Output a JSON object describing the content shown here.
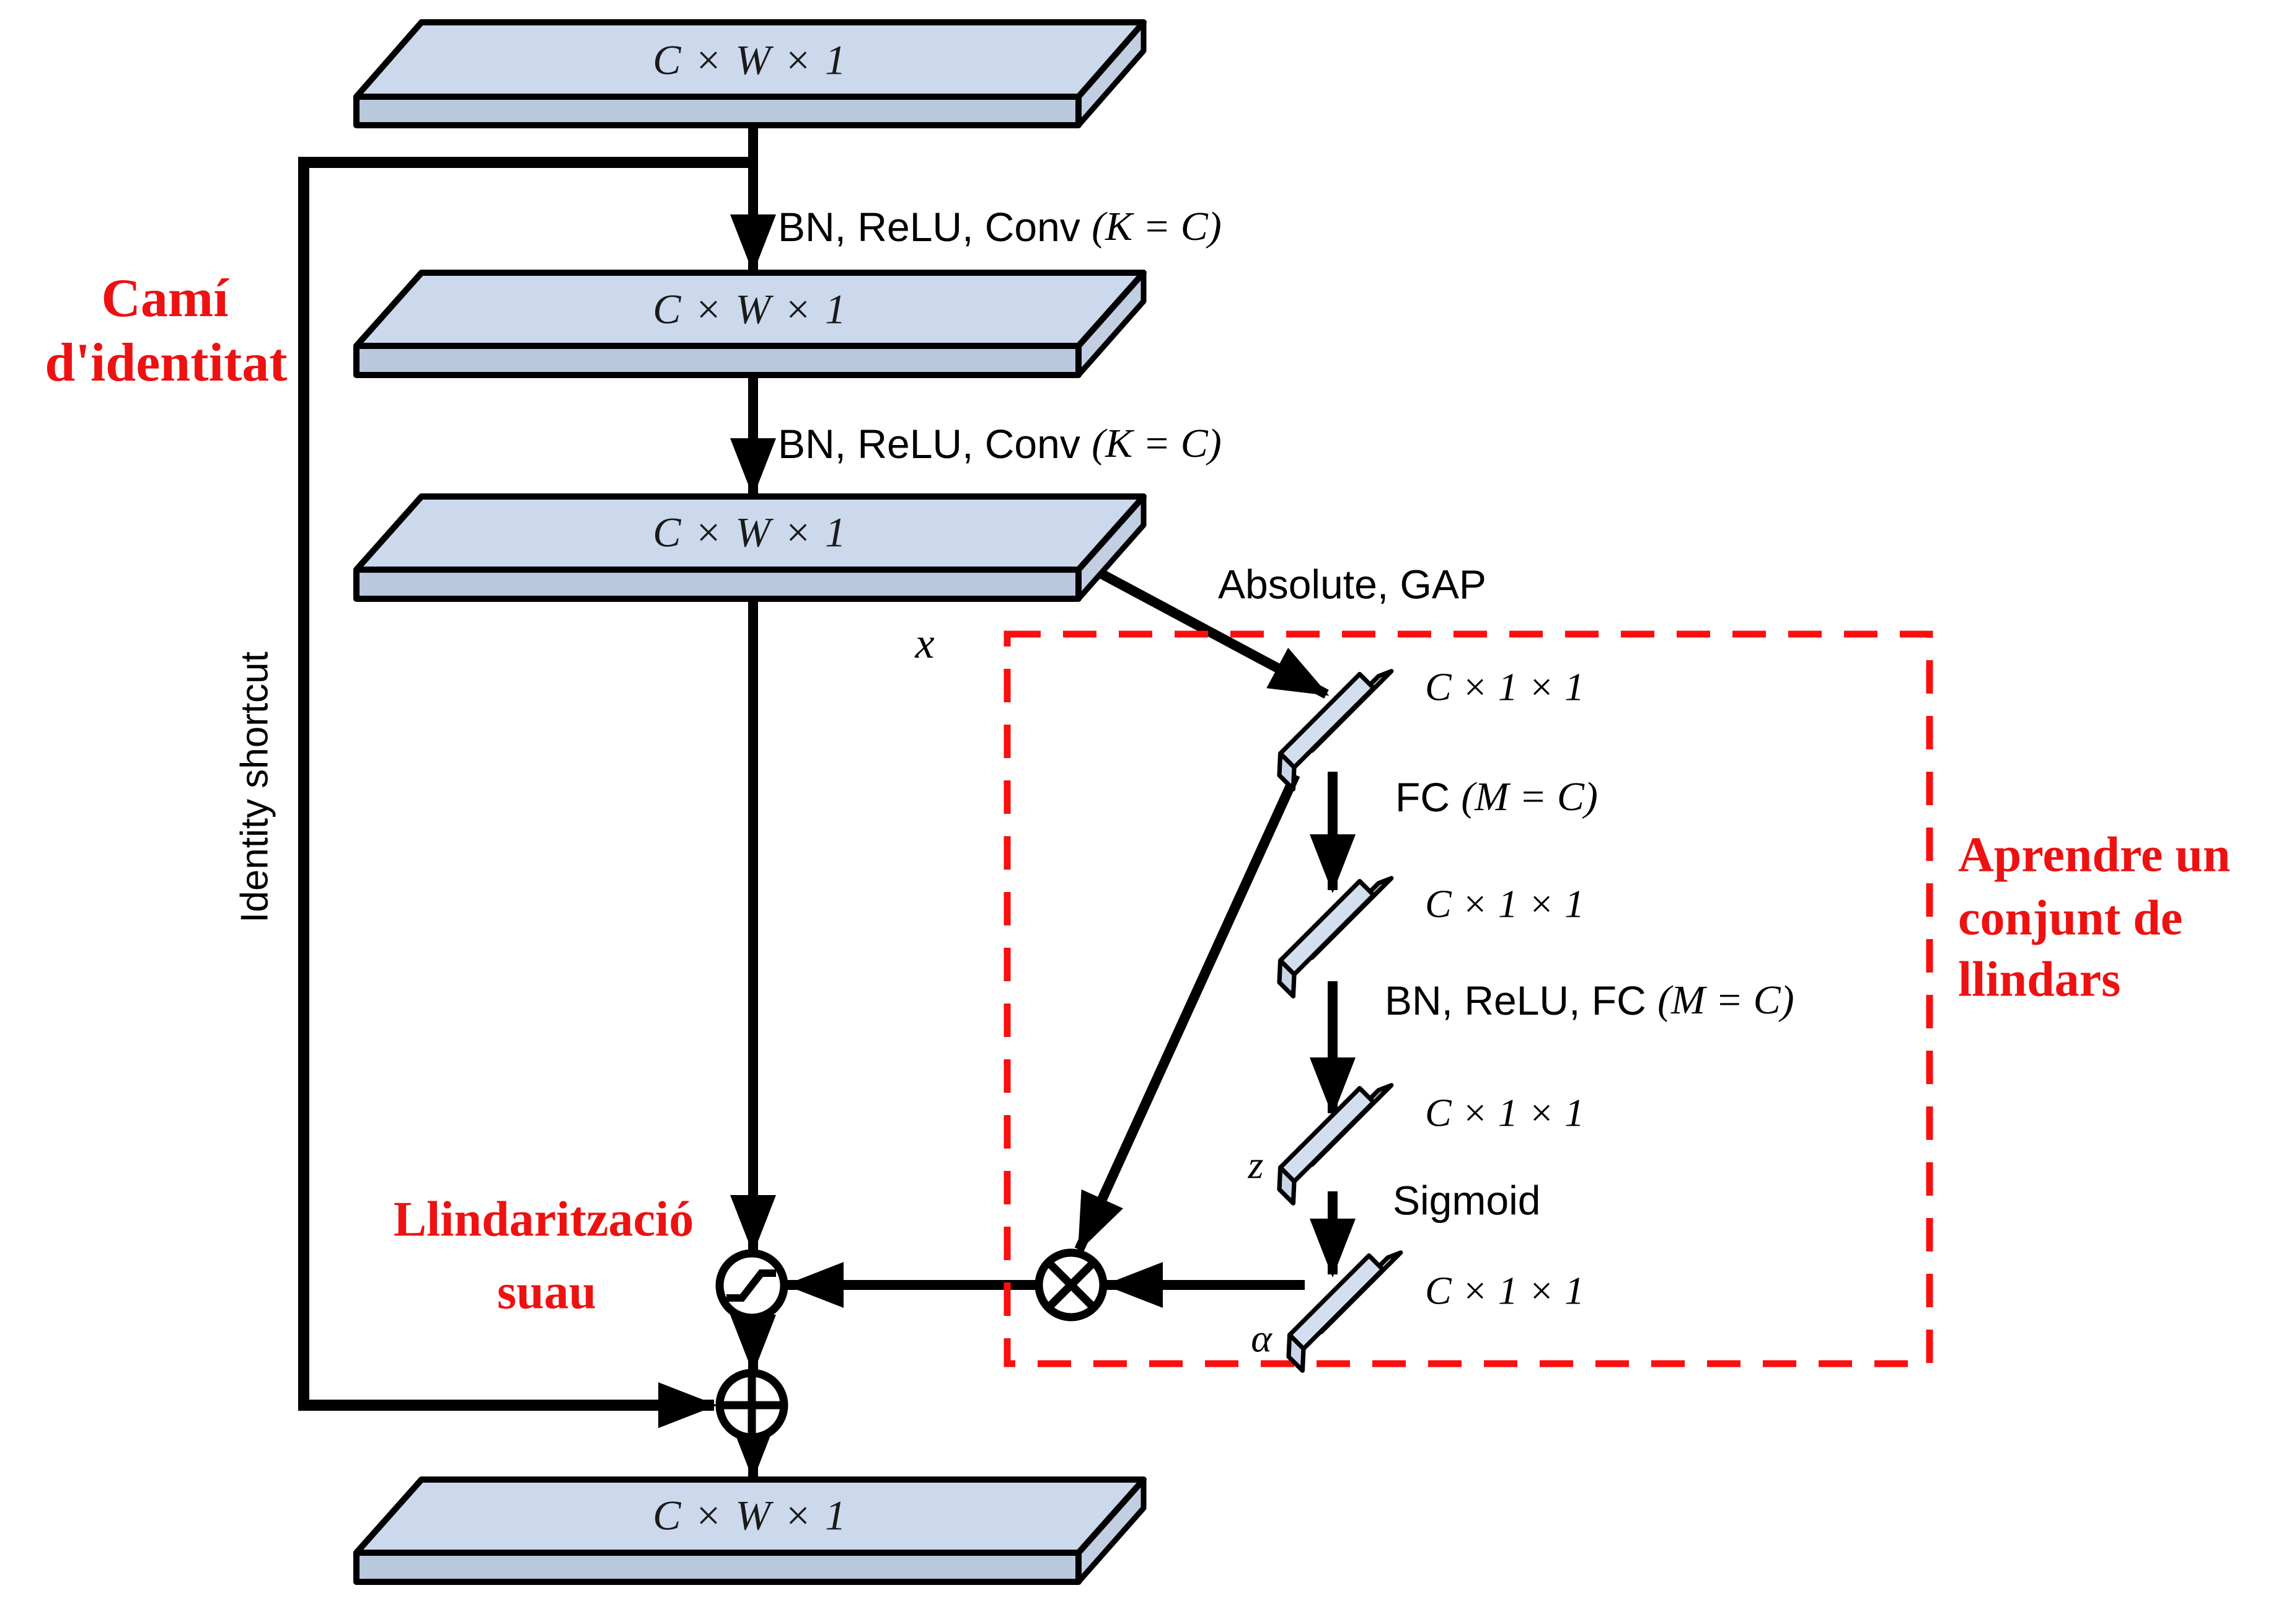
{
  "colors": {
    "annotation_red": "#ee1111",
    "dashed_red": "#fa0f0f",
    "slab_top": "#ccd9ec",
    "slab_front": "#b9c8dd",
    "slab_side": "#c2cfe2",
    "bar_front": "#d3dff0",
    "bar_back": "#b2bdcc",
    "bar_cap": "#c8d5e9",
    "outline": "#000000"
  },
  "slabs": {
    "s1": "C × W × 1",
    "s2": "C × W × 1",
    "s3": "C × W × 1",
    "s4": "C × W × 1"
  },
  "vectors": {
    "v1": "C × 1 × 1",
    "v2": "C × 1 × 1",
    "v3": "C × 1 × 1",
    "v4": "C × 1 × 1"
  },
  "ops": {
    "conv1": {
      "text": "BN, ReLU, Conv ",
      "math": "(K = C)"
    },
    "conv2": {
      "text": "BN, ReLU, Conv ",
      "math": "(K = C)"
    },
    "absolute_gap": "Absolute, GAP",
    "fc1": {
      "text": "FC ",
      "math": "(M = C)"
    },
    "fc2": {
      "text": "BN, ReLU, FC ",
      "math": "(M = C)"
    },
    "sigmoid": "Sigmoid"
  },
  "vars": {
    "x": "x",
    "z": "z",
    "alpha": "α"
  },
  "annotations": {
    "cami": {
      "line1": "Camí",
      "line2": "d'identitat"
    },
    "identity_shortcut": "Identity shortcut",
    "llindaritzacio": {
      "line1": "Llindarització",
      "line2": "suau"
    },
    "aprendre": {
      "line1": "Aprendre un",
      "line2": "conjunt de",
      "line3": "llindars"
    }
  }
}
